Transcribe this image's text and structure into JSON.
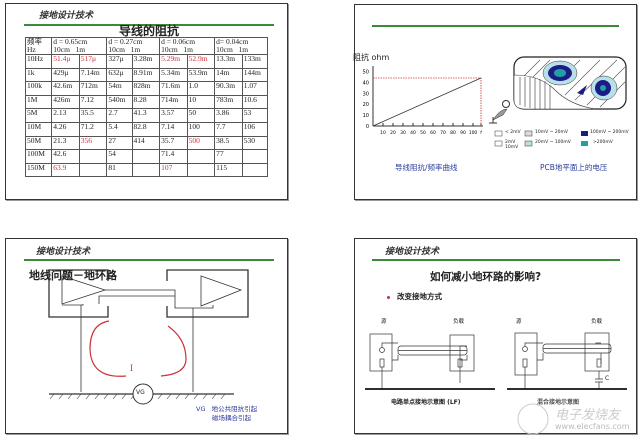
{
  "header_label": "接地设计技术",
  "slide1": {
    "title": "导线的阻抗",
    "head": {
      "c0a": "频率",
      "c0b": "Hz",
      "groups": [
        "d = 0.65cm",
        "d = 0.27cm",
        "d = 0.06cm",
        "d= 0.04cm"
      ],
      "sub": [
        "10cm",
        "1m"
      ]
    },
    "rows": [
      [
        "10Hz",
        "51.4μ",
        "517μ",
        "327μ",
        "3.28m",
        "5.29m",
        "52.9m",
        "13.3m",
        "133m"
      ],
      [
        "1k",
        "429μ",
        "7.14m",
        "632μ",
        "8.91m",
        "5.34m",
        "53.9m",
        "14m",
        "144m"
      ],
      [
        "100k",
        "42.6m",
        "712m",
        "54m",
        "828m",
        "71.6m",
        "1.0",
        "90.3m",
        "1.07"
      ],
      [
        "1M",
        "426m",
        "7.12",
        "540m",
        "8.28",
        "714m",
        "10",
        "783m",
        "10.6"
      ],
      [
        "5M",
        "2.13",
        "35.5",
        "2.7",
        "41.3",
        "3.57",
        "50",
        "3.86",
        "53"
      ],
      [
        "10M",
        "4.26",
        "71.2",
        "5.4",
        "82.8",
        "7.14",
        "100",
        "7.7",
        "106"
      ],
      [
        "50M",
        "21.3",
        "356",
        "27",
        "414",
        "35.7",
        "500",
        "38.5",
        "530"
      ],
      [
        "100M",
        "42.6",
        "",
        "54",
        "",
        "71.4",
        "",
        "77",
        ""
      ],
      [
        "150M",
        "63.9",
        "",
        "81",
        "",
        "107",
        "",
        "115",
        ""
      ]
    ],
    "red_cells": [
      "0-1",
      "0-2",
      "0-5",
      "0-6",
      "6-2",
      "6-6",
      "8-1",
      "8-5"
    ]
  },
  "slide2": {
    "chart_caption": "导线阻抗/频率曲线",
    "pcb_caption": "PCB地平面上的电压",
    "legend": [
      "< 2mV",
      "10mV ~ 20mV",
      "100mV ~ 200mV",
      "2mV 10mV",
      "20mV ~ 100mV",
      ">200mV"
    ]
  },
  "chart_data": {
    "type": "line",
    "title": "",
    "ylabel": "阻抗 ohm",
    "xlabel": "f",
    "x_ticks": [
      "10",
      "20",
      "30",
      "40",
      "50",
      "60",
      "70",
      "80",
      "90",
      "100",
      "f"
    ],
    "y_ticks": [
      "0",
      "10",
      "20",
      "30",
      "40",
      "50"
    ],
    "xlim": [
      0,
      110
    ],
    "ylim": [
      0,
      55
    ],
    "series": [
      {
        "name": "impedance",
        "x": [
          0,
          108
        ],
        "y": [
          0,
          44
        ]
      }
    ],
    "reference_level": 44
  },
  "slide3": {
    "title": "地线问题－地环路",
    "current": "I",
    "source": "VG",
    "note1": "VG   地公共阻抗引起",
    "note2": "磁场耦合引起"
  },
  "slide4": {
    "title": "如何减小地环路的影响?",
    "bullet": "改变接地方式",
    "src": "源",
    "load": "负载",
    "cap": "C",
    "caption1": "电路单点接地示意图 (LF)",
    "caption2": "混合接地示意图",
    "watermark1": "电子发烧友",
    "watermark2": "www.elecfans.com"
  }
}
